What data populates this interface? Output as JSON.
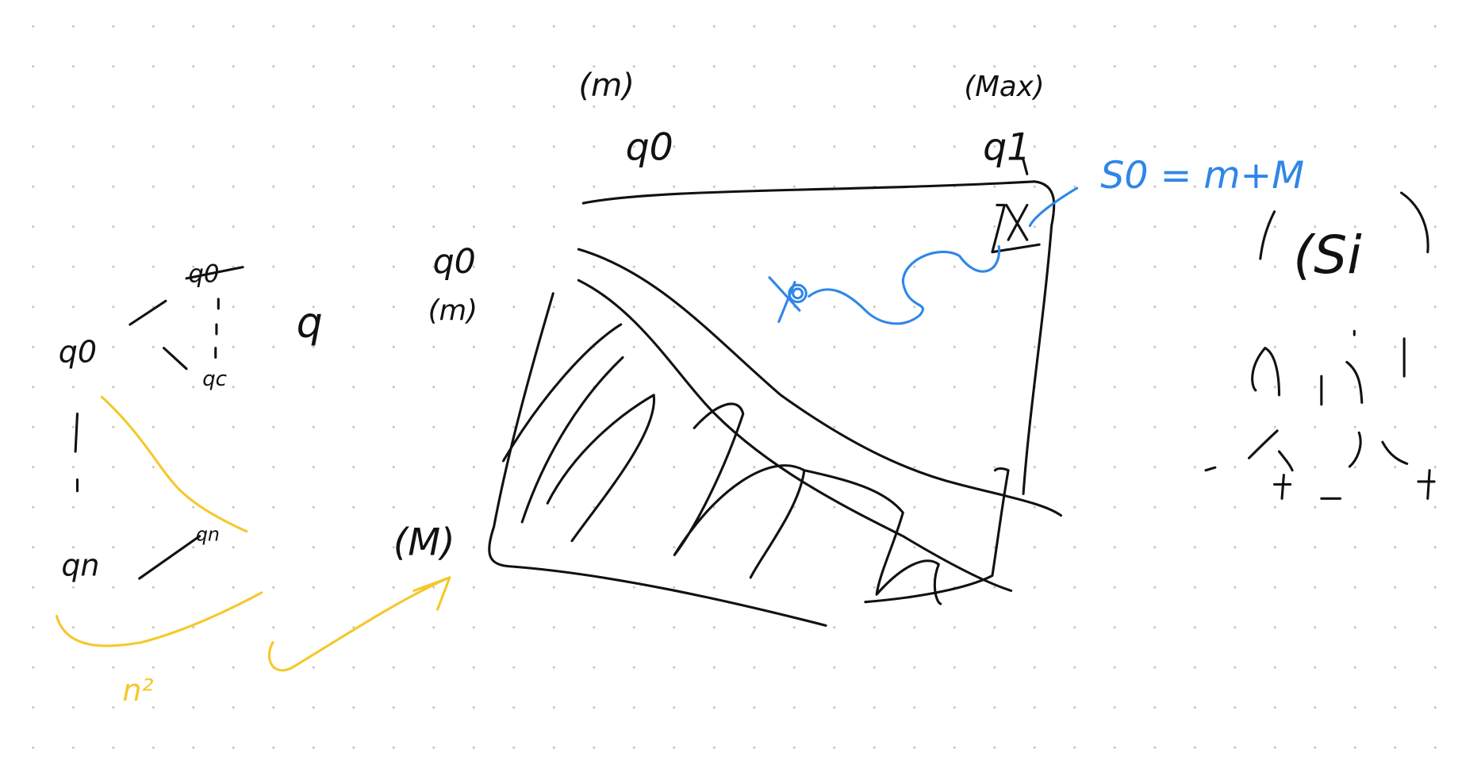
{
  "canvas": {
    "background": "dotted-grid",
    "ink_colors": {
      "black": "#111111",
      "blue": "#2f86e8",
      "yellow": "#f5c82a"
    }
  },
  "labels": {
    "top_m": "(m)",
    "top_max": "(Max)",
    "q0_top": "q0",
    "q1": "q1",
    "s0_formula": "S0 = m+M",
    "si": "(Si",
    "q0_left": "q0",
    "m_left": "(m)",
    "M_left": "(M)",
    "q_lone": "q",
    "graph_q0": "q0",
    "graph_q0_crossed": "q0",
    "graph_qc": "qc",
    "graph_qn": "qn",
    "graph_qn2": "qn",
    "n_squared": "n²",
    "x_mark": "X"
  }
}
